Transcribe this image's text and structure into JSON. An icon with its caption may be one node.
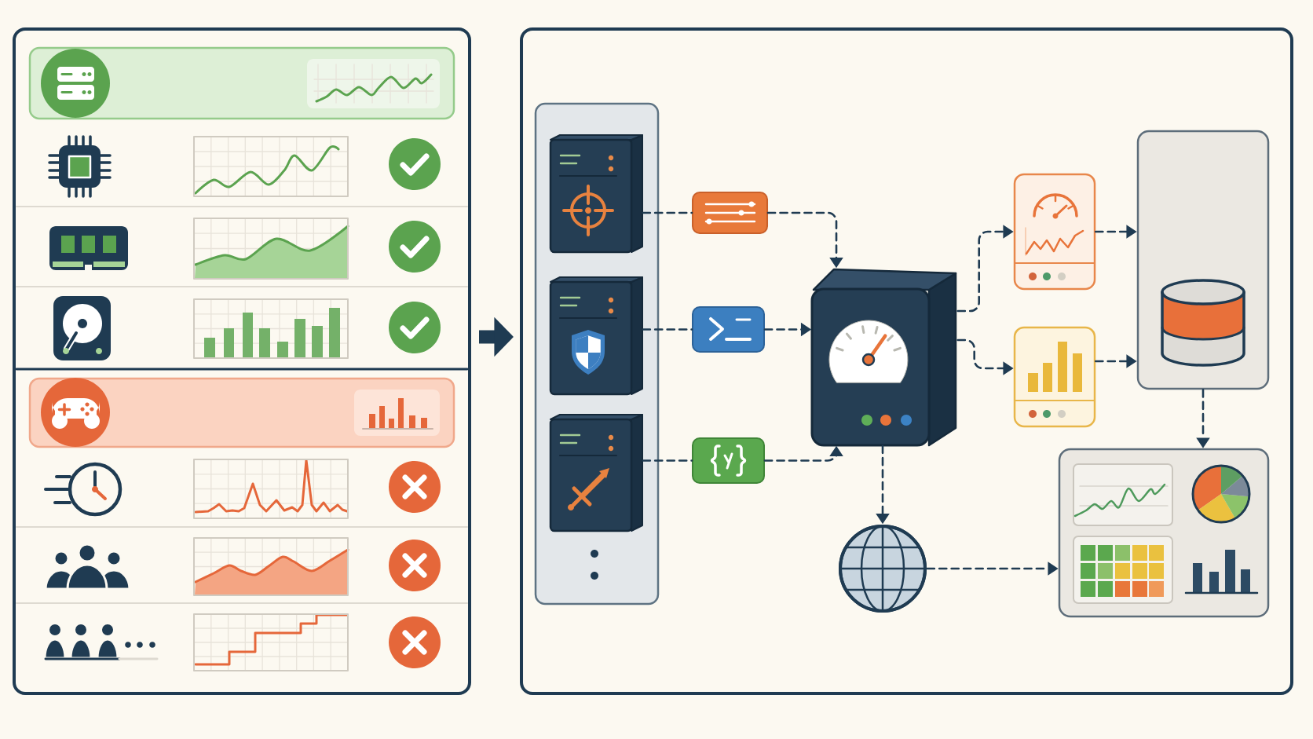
{
  "diagram": {
    "nodes": [
      {
        "text": [],
        "shape": "box"
      },
      {
        "text": [],
        "shape": "box"
      },
      {
        "text": [],
        "shape": "box",
        "in": 1
      },
      {
        "text": [],
        "shape": "picture",
        "in": 2
      },
      {
        "text": [],
        "shape": "picture",
        "in": 2
      },
      {
        "text": [],
        "shape": "picture",
        "in": 2
      },
      {
        "text": [],
        "shape": "box",
        "in": 1
      },
      {
        "text": [],
        "shape": "box",
        "in": 1
      },
      {
        "text": [],
        "shape": "box",
        "in": 1
      },
      {
        "text": [],
        "shape": "picture",
        "in": 1
      },
      {
        "text": [],
        "shape": "box",
        "in": 1
      },
      {
        "text": [],
        "shape": "box",
        "in": 1
      },
      {
        "text": [],
        "shape": "box",
        "in": 1
      },
      {
        "text": [],
        "shape": "picture",
        "in": 1
      },
      {
        "text": [],
        "shape": "box",
        "in": 1
      }
    ],
    "edges": [
      {
        "from": 0,
        "to": 1,
        "arrow": "to",
        "style": "thick"
      },
      {
        "from": 3,
        "to": 6,
        "arrow": "none",
        "style": "dashed"
      },
      {
        "from": 6,
        "to": 9,
        "arrow": "to",
        "style": "dashed"
      },
      {
        "from": 4,
        "to": 7,
        "arrow": "none",
        "style": "dashed"
      },
      {
        "from": 7,
        "to": 9,
        "arrow": "to",
        "style": "dashed"
      },
      {
        "from": 5,
        "to": 8,
        "arrow": "none",
        "style": "dashed"
      },
      {
        "from": 8,
        "to": 9,
        "arrow": "to",
        "style": "dashed"
      },
      {
        "from": 9,
        "to": 10,
        "arrow": "to",
        "style": "dashed"
      },
      {
        "from": 9,
        "to": 11,
        "arrow": "to",
        "style": "dashed"
      },
      {
        "from": 10,
        "to": 12,
        "arrow": "to",
        "style": "dashed"
      },
      {
        "from": 11,
        "to": 12,
        "arrow": "to",
        "style": "dashed"
      },
      {
        "from": 12,
        "to": 14,
        "arrow": "to",
        "style": "dashed"
      },
      {
        "from": 9,
        "to": 13,
        "arrow": "to",
        "style": "dashed"
      },
      {
        "from": 13,
        "to": 14,
        "arrow": "to",
        "style": "dashed"
      }
    ]
  }
}
